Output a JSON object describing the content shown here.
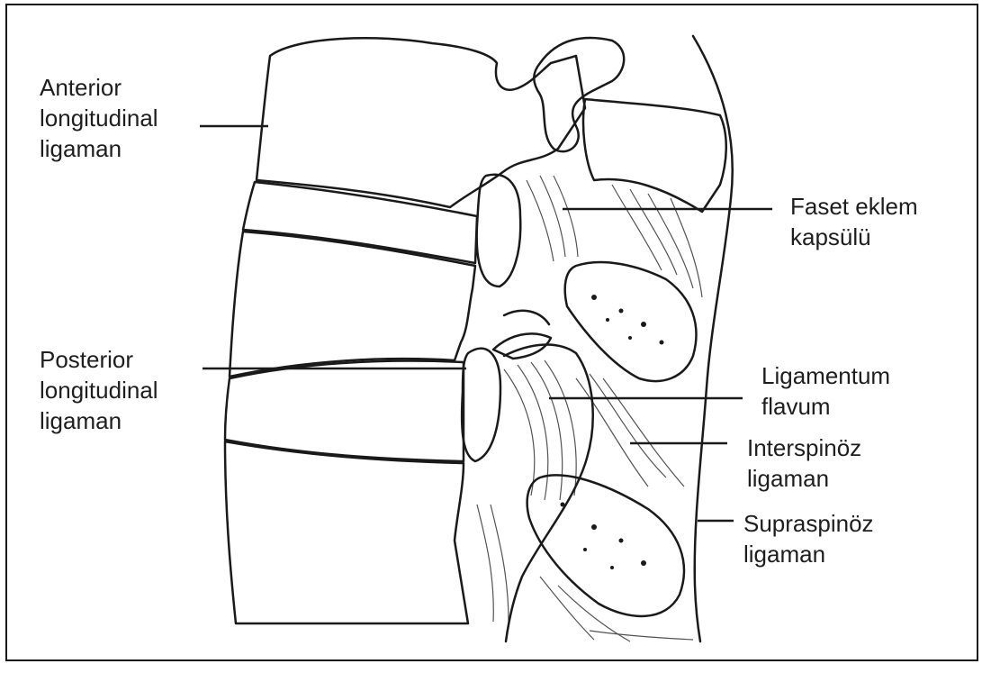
{
  "labels": {
    "anterior": [
      "Anterior",
      "longitudinal",
      "ligaman"
    ],
    "posterior": [
      "Posterior",
      "longitudinal",
      "ligaman"
    ],
    "faset": [
      "Faset eklem",
      "kapsülü"
    ],
    "flavum": [
      "Ligamentum",
      "flavum"
    ],
    "interspinoz": [
      "Interspinöz",
      "ligaman"
    ],
    "supraspinoz": [
      "Supraspinöz",
      "ligaman"
    ]
  },
  "colors": {
    "line": "#1a1a1a",
    "background": "#ffffff"
  }
}
